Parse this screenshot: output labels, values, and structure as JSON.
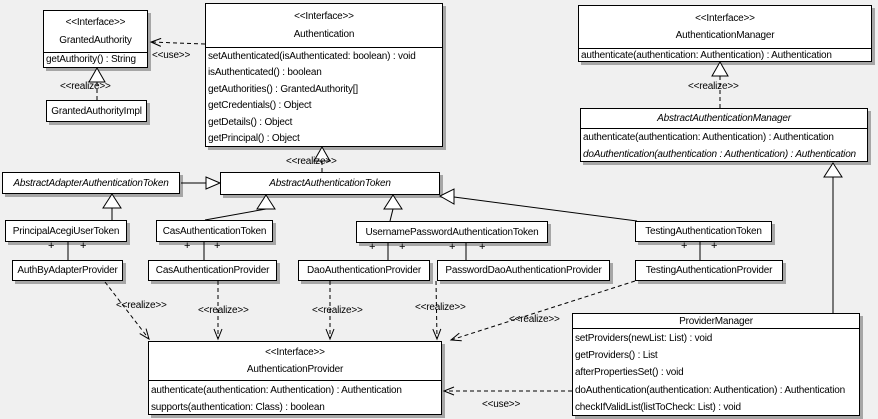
{
  "labels": {
    "use": "&lt;&lt;use&gt;&gt;",
    "realize": "<<realize>>",
    "use_text": "<<use>>",
    "plus": "+"
  },
  "colors": {
    "background": "#f0f0f0",
    "box_fill": "#ffffff",
    "border": "#000000",
    "shadow": "#a6a6a6"
  },
  "classes": {
    "granted_authority": {
      "stereotype": "<<Interface>>",
      "name": "GrantedAuthority",
      "methods": [
        "getAuthority() : String"
      ]
    },
    "granted_authority_impl": {
      "name": "GrantedAuthorityImpl"
    },
    "authentication": {
      "stereotype": "<<Interface>>",
      "name": "Authentication",
      "methods": [
        "setAuthenticated(isAuthenticated: boolean) : void",
        "isAuthenticated() : boolean",
        "getAuthorities() : GrantedAuthority[]",
        "getCredentials() : Object",
        "getDetails() : Object",
        "getPrincipal() : Object"
      ]
    },
    "authentication_manager": {
      "stereotype": "<<Interface>>",
      "name": "AuthenticationManager",
      "methods": [
        "authenticate(authentication: Authentication) : Authentication"
      ]
    },
    "abstract_authentication_manager": {
      "name": "AbstractAuthenticationManager",
      "methods": [
        "authenticate(authentication: Authentication) : Authentication",
        "doAuthentication(authentication : Authentication) : Authentication"
      ]
    },
    "abstract_adapter_authentication_token": {
      "name": "AbstractAdapterAuthenticationToken"
    },
    "abstract_authentication_token": {
      "name": "AbstractAuthenticationToken"
    },
    "principal_acegi_user_token": {
      "name": "PrincipalAcegiUserToken"
    },
    "cas_authentication_token": {
      "name": "CasAuthenticationToken"
    },
    "username_password_authentication_token": {
      "name": "UsernamePasswordAuthenticationToken"
    },
    "testing_authentication_token": {
      "name": "TestingAuthenticationToken"
    },
    "auth_by_adapter_provider": {
      "name": "AuthByAdapterProvider"
    },
    "cas_authentication_provider": {
      "name": "CasAuthenticationProvider"
    },
    "dao_authentication_provider": {
      "name": "DaoAuthenticationProvider"
    },
    "password_dao_authentication_provider": {
      "name": "PasswordDaoAuthenticationProvider"
    },
    "testing_authentication_provider": {
      "name": "TestingAuthenticationProvider"
    },
    "authentication_provider": {
      "stereotype": "<<Interface>>",
      "name": "AuthenticationProvider",
      "methods": [
        "authenticate(authentication: Authentication) : Authentication",
        "supports(authentication: Class) : boolean"
      ]
    },
    "provider_manager": {
      "name": "ProviderManager",
      "methods": [
        "setProviders(newList: List) : void",
        "getProviders() : List",
        "afterPropertiesSet() : void",
        "doAuthentication(authentication: Authentication) : Authentication",
        "checkIfValidList(listToCheck: List) : void"
      ]
    }
  }
}
